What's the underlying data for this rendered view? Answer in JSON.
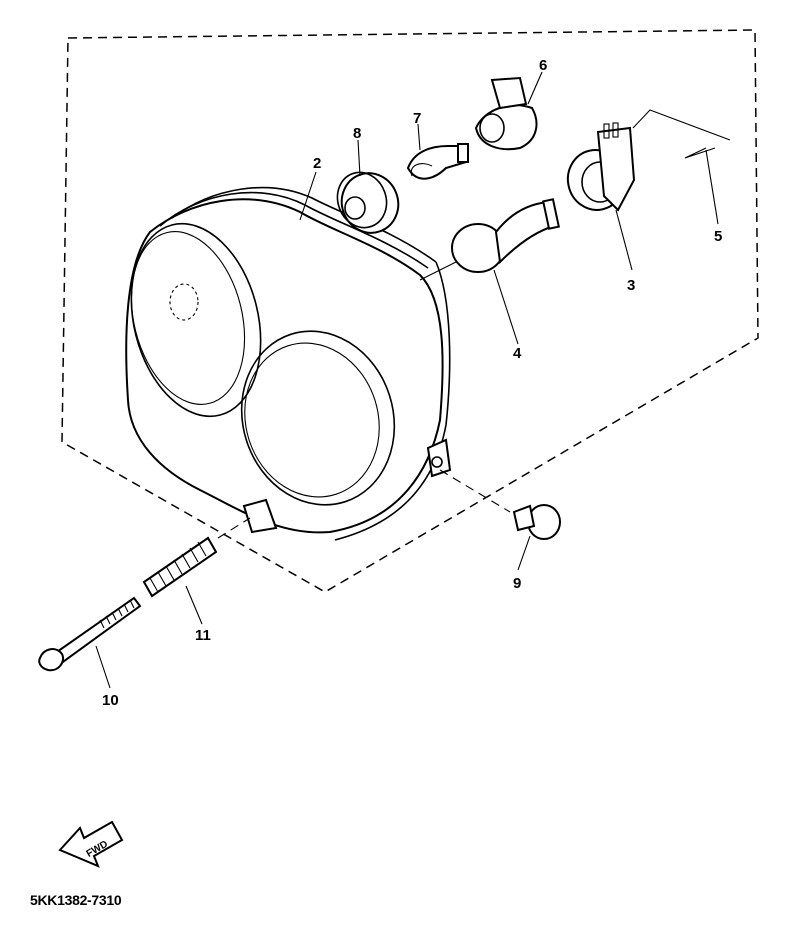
{
  "diagram": {
    "part_numbers": [
      {
        "id": "p2",
        "text": "2"
      },
      {
        "id": "p3",
        "text": "3"
      },
      {
        "id": "p4",
        "text": "4"
      },
      {
        "id": "p5",
        "text": "5"
      },
      {
        "id": "p6",
        "text": "6"
      },
      {
        "id": "p7",
        "text": "7"
      },
      {
        "id": "p8",
        "text": "8"
      },
      {
        "id": "p9",
        "text": "9"
      },
      {
        "id": "p10",
        "text": "10"
      },
      {
        "id": "p11",
        "text": "11"
      }
    ],
    "drawing_code": "5KK1382-7310",
    "front_arrow_label": "FWD",
    "front_arrow_icon": "front-direction-arrow-icon"
  }
}
